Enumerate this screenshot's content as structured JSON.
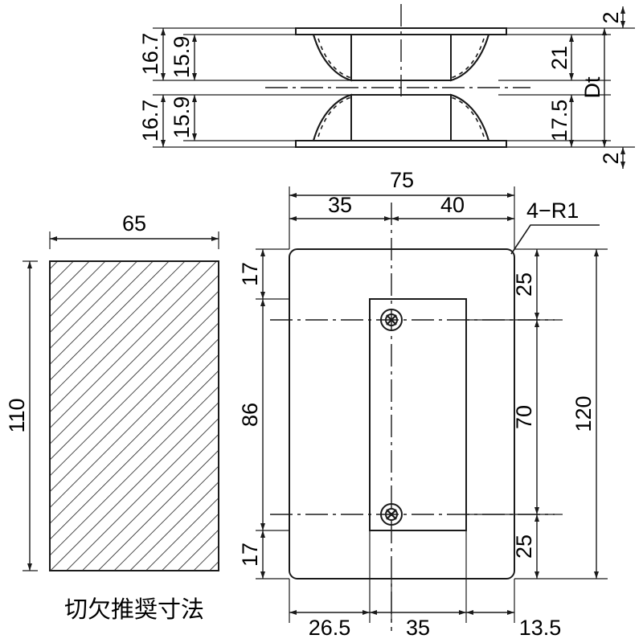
{
  "drawing": {
    "title": "mechanical-dimension-drawing",
    "line_color": "#1a1a1a",
    "center_line_color": "#1a1a1a",
    "hatch_color": "#1a1a1a"
  },
  "side_view": {
    "dims": {
      "top_left_outer": "16.7",
      "top_left_inner": "15.9",
      "bottom_left_outer": "16.7",
      "bottom_left_inner": "15.9",
      "top_right_small": "2",
      "bottom_right_small": "2",
      "right_21": "21",
      "right_17_5": "17.5",
      "right_dt": "Dt"
    }
  },
  "cutout_view": {
    "width": "65",
    "height": "110",
    "caption": "切欠推奨寸法"
  },
  "plan_view": {
    "top_total": "75",
    "top_left_seg": "35",
    "top_right_seg": "40",
    "corner_note": "4−R1",
    "left_top_17": "17",
    "left_mid_86": "86",
    "left_bottom_17": "17",
    "right_25_top": "25",
    "right_70": "70",
    "right_25_bottom": "25",
    "right_120": "120",
    "bottom_left": "26.5",
    "bottom_mid": "35",
    "bottom_right": "13.5"
  }
}
